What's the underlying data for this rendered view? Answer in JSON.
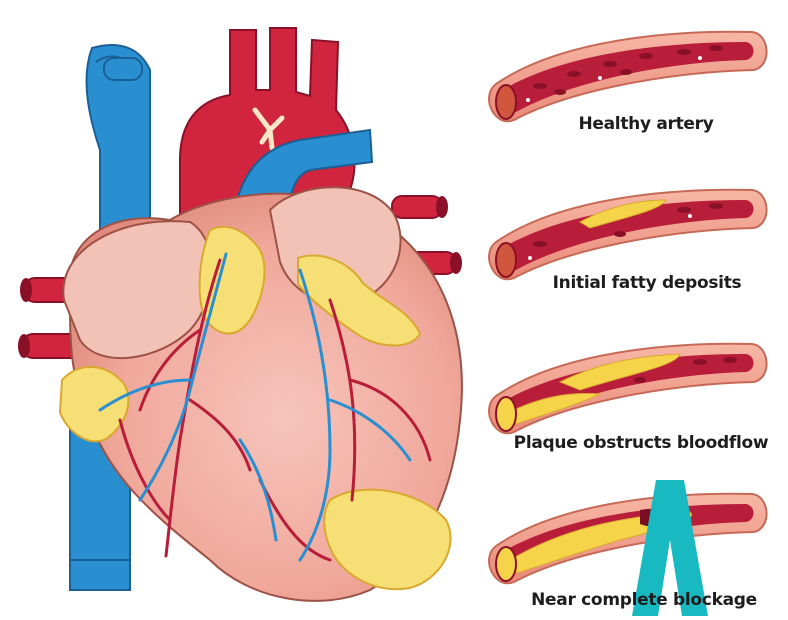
{
  "labels": {
    "stage1": "Healthy artery",
    "stage2": "Initial fatty deposits",
    "stage3": "Plaque obstructs bloodflow",
    "stage4": "Near complete blockage"
  },
  "colors": {
    "artery_outer": "#f2a592",
    "artery_inner": "#b81d3a",
    "blood_cell": "#8a1028",
    "plaque": "#f6d44a",
    "heart": "#f2b0a6",
    "aorta": "#d1243f",
    "vein": "#2a8fd0",
    "fat": "#f6df74",
    "overlay_arrow": "#19b9c2"
  }
}
